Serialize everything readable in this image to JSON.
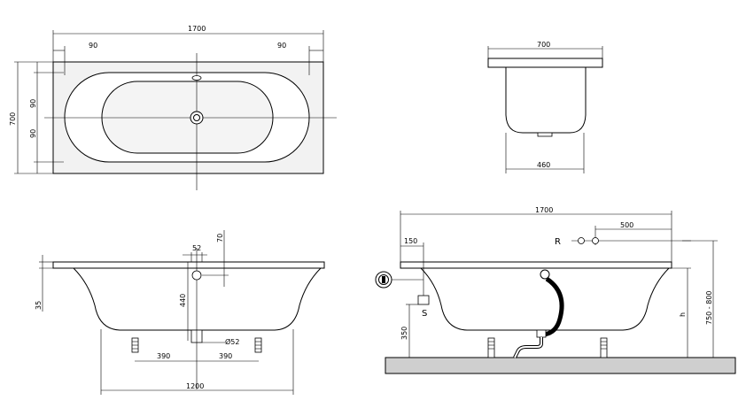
{
  "top_view": {
    "length": "1700",
    "left_margin": "90",
    "right_margin": "90",
    "inner_top": "90",
    "inner_bottom": "90",
    "width": "700"
  },
  "end_view": {
    "top_width": "700",
    "bottom_width": "460"
  },
  "side_view_left": {
    "drain_width": "52",
    "top_offset": "70",
    "height_440": "440",
    "rim": "35",
    "drain_dia": "Ø52",
    "foot_left": "390",
    "foot_right": "390",
    "feet_span": "1200"
  },
  "side_view_right": {
    "length": "1700",
    "overflow_offset": "150",
    "r_offset": "500",
    "label_r": "R",
    "label_s": "S",
    "height_350": "350",
    "label_h": "h",
    "height_range": "750 - 800"
  }
}
